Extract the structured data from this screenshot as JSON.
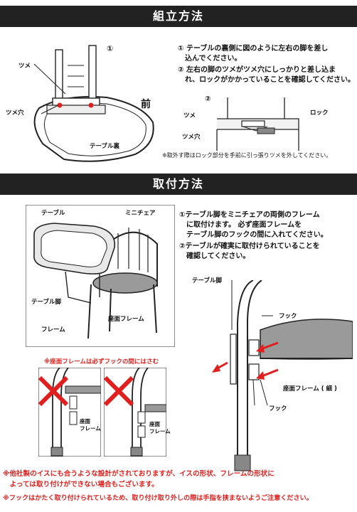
{
  "assembly": {
    "header": "組立方法",
    "step1_num": "①",
    "step2_num": "②",
    "instructions": [
      "① テーブルの裏側に図のように左右の脚を差し",
      "　込んでください。",
      "② 左右の脚のツメがツメ穴にしっかりと差し込ま",
      "　れ、ロックがかかっていることを確認してください。"
    ],
    "labels": {
      "tsume": "ツメ",
      "tsume_ana": "ツメ穴",
      "mae": "前",
      "table_ura": "テーブル裏",
      "lock": "ロック",
      "tsume2": "ツメ",
      "tsume_ana2": "ツメ穴"
    },
    "note": "※取外す際はロック部分を手前に引っ張りツメを外してください。"
  },
  "installation": {
    "header": "取付方法",
    "instructions": [
      "①テーブル脚をミニチェアの両側のフレーム",
      "　に取付けます。 必ず座面フレームを",
      "　テーブル脚のフックの間に入れてください。",
      "②テーブルが確実に取付けられていることを",
      "　確認してください。"
    ],
    "labels": {
      "table": "テーブル",
      "mini_chair": "ミニチェア",
      "table_leg": "テーブル脚",
      "seat_frame": "座面フレーム",
      "frame": "フレーム",
      "table_leg2": "テーブル脚",
      "hook_top": "フック",
      "seat_frame_thin": "座面フレーム ( 細 )",
      "hook_bottom": "フック",
      "wrong_seat1": "座面\nフレーム",
      "wrong_seat2": "座面\nフレーム"
    },
    "warning_hook": "※座面フレームは必ずフックの間にはさむ"
  },
  "footer_notes": [
    "※他社製のイスにも合うような設計がされておりますが、イスの形状、フレームの形状に",
    "　よっては取り付けができない場合もございます。",
    "※フックはかたく取り付けられているため、取り付け取り外しの際は手指を挟まないようご注意ください。"
  ],
  "colors": {
    "banner": "#222222",
    "warning": "#e0201e",
    "table_top": "#e8e8e8",
    "seat": "#9a9a9a"
  }
}
